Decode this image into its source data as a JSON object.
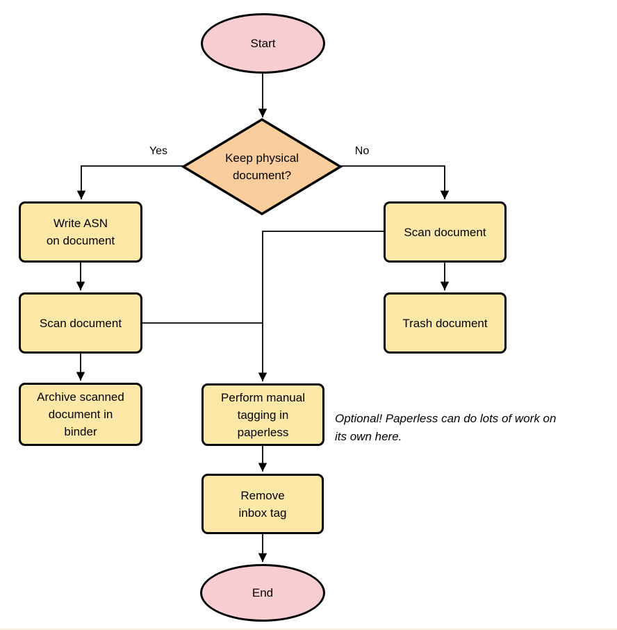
{
  "diagram": {
    "nodes": {
      "start": {
        "label": "Start",
        "type": "terminator"
      },
      "decision": {
        "label": "Keep physical\ndocument?",
        "type": "decision"
      },
      "write_asn": {
        "label": "Write ASN\non document",
        "type": "process"
      },
      "scan_left": {
        "label": "Scan document",
        "type": "process"
      },
      "archive": {
        "label": "Archive scanned\ndocument in\nbinder",
        "type": "process"
      },
      "scan_right": {
        "label": "Scan document",
        "type": "process"
      },
      "trash": {
        "label": "Trash document",
        "type": "process"
      },
      "tagging": {
        "label": "Perform manual\ntagging in\npaperless",
        "type": "process"
      },
      "remove_inbox": {
        "label": "Remove\ninbox tag",
        "type": "process"
      },
      "end": {
        "label": "End",
        "type": "terminator"
      }
    },
    "edge_labels": {
      "yes": "Yes",
      "no": "No"
    },
    "annotation": "Optional! Paperless can do lots of work on\nits own here.",
    "colors": {
      "terminator_fill": "#F9CED2",
      "decision_fill": "#FCCD9C",
      "process_fill": "#FDE8A8",
      "stroke": "#000000"
    }
  }
}
